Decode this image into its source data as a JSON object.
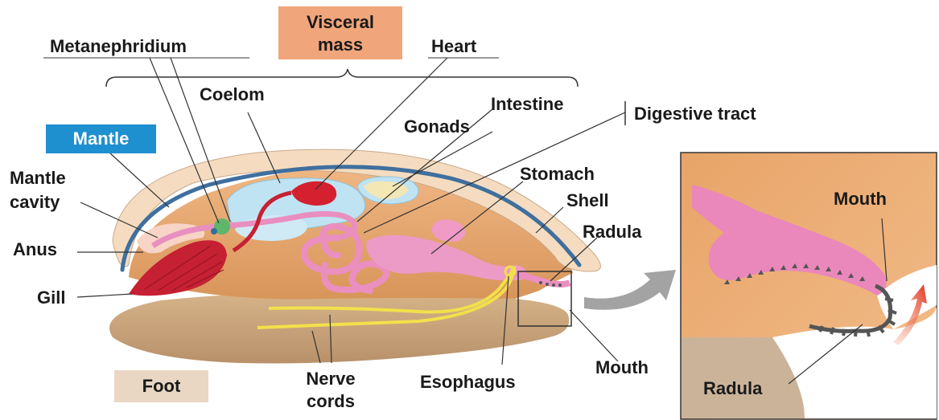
{
  "diagram": {
    "labels": {
      "metanephridium": "Metanephridium",
      "visceral_mass_line1": "Visceral",
      "visceral_mass_line2": "mass",
      "heart": "Heart",
      "coelom": "Coelom",
      "intestine": "Intestine",
      "digestive_tract": "Digestive tract",
      "gonads": "Gonads",
      "mantle": "Mantle",
      "mantle_cavity_line1": "Mantle",
      "mantle_cavity_line2": "cavity",
      "stomach": "Stomach",
      "shell": "Shell",
      "radula": "Radula",
      "anus": "Anus",
      "gill": "Gill",
      "foot": "Foot",
      "nerve_cords_line1": "Nerve",
      "nerve_cords_line2": "cords",
      "esophagus": "Esophagus",
      "mouth": "Mouth"
    },
    "inset_labels": {
      "mouth": "Mouth",
      "radula": "Radula"
    },
    "colors": {
      "visceral_box": "#f0a57a",
      "mantle_box": "#1e8fcf",
      "foot_box": "#e9d7c3",
      "shell": "#f3d9bd",
      "mantle_line": "#3b6e9e",
      "body": "#e8ab73",
      "foot": "#c9a57c",
      "coelom": "#bfe3f2",
      "gill": "#c62033",
      "heart": "#d4202f",
      "gut": "#e87fb4",
      "nerve": "#f2e04a",
      "arrow": "#9a9a9a",
      "inset_arrow": "#e0321c"
    }
  }
}
